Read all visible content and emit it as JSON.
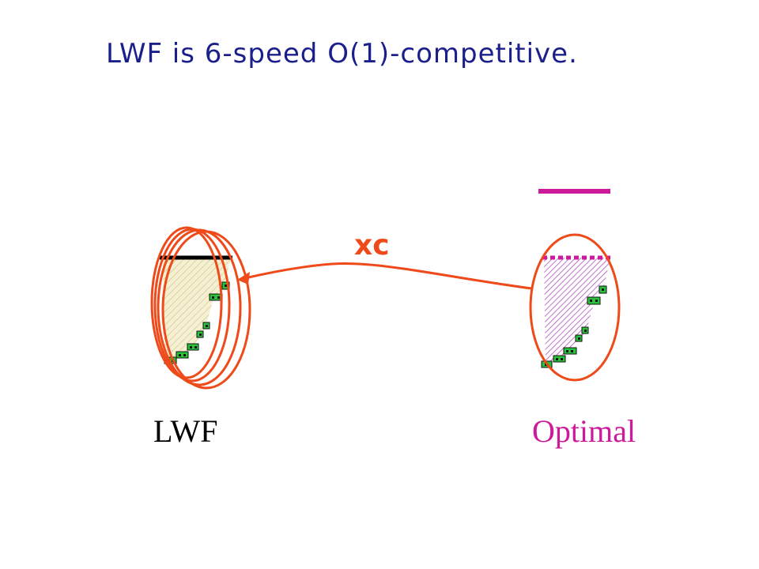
{
  "slide": {
    "title": "LWF is 6-speed O(1)-competitive.",
    "arrow_label": "xc",
    "left_caption": "LWF",
    "right_caption": "Optimal"
  },
  "colors": {
    "title": "#1a1f8c",
    "ellipse": "#ee4a1a",
    "lwf_fill": "#f5f0d4",
    "lwf_hatch": "#c9c275",
    "opt_hatch": "#b050c0",
    "opt_accent": "#cc1a9a",
    "job_square": "#27c43a"
  },
  "icons": [
    "job-square-icon"
  ]
}
